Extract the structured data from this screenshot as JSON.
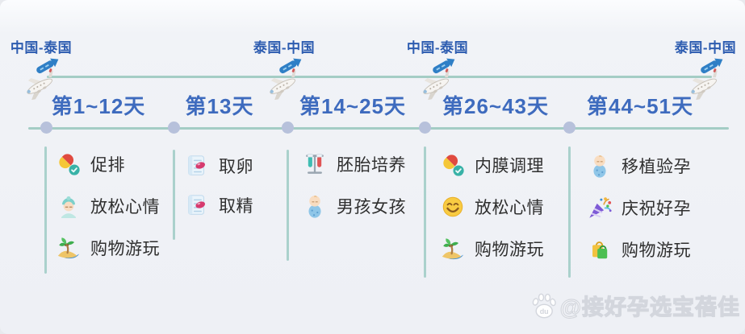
{
  "flights": [
    {
      "label": "中国-泰国",
      "icon": "airplane-icon"
    },
    {
      "label": "泰国-中国",
      "icon": "airplane-icon"
    },
    {
      "label": "中国-泰国",
      "icon": "airplane-icon"
    },
    {
      "label": "泰国-中国",
      "icon": "airplane-icon"
    }
  ],
  "stages": [
    {
      "label": "第1~12天",
      "items": [
        {
          "icon": "pills-icon",
          "label": "促排"
        },
        {
          "icon": "spa-person-icon",
          "label": "放松心情"
        },
        {
          "icon": "palm-island-icon",
          "label": "购物游玩"
        }
      ]
    },
    {
      "label": "第13天",
      "items": [
        {
          "icon": "medical-record-icon",
          "label": "取卵"
        },
        {
          "icon": "medical-record-icon",
          "label": "取精"
        }
      ]
    },
    {
      "label": "第14~25天",
      "items": [
        {
          "icon": "test-tubes-icon",
          "label": "胚胎培养"
        },
        {
          "icon": "baby-icon",
          "label": "男孩女孩"
        }
      ]
    },
    {
      "label": "第26~43天",
      "items": [
        {
          "icon": "pills-icon",
          "label": "内膜调理"
        },
        {
          "icon": "smiley-icon",
          "label": "放松心情"
        },
        {
          "icon": "palm-island-icon",
          "label": "购物游玩"
        }
      ]
    },
    {
      "label": "第44~51天",
      "items": [
        {
          "icon": "baby-icon",
          "label": "移植验孕"
        },
        {
          "icon": "party-popper-icon",
          "label": "庆祝好孕"
        },
        {
          "icon": "shopping-bags-icon",
          "label": "购物游玩"
        }
      ]
    }
  ],
  "watermark": {
    "text": "@接好孕选宝蓓佳",
    "icon": "baidu-paw-icon",
    "paw_text": "du"
  },
  "colors": {
    "stage_label": "#3e6bbe",
    "flight_label": "#2d5cb0",
    "timeline_line": "#a4cdc5",
    "timeline_dot": "#b7c1db",
    "divider": "#9ecbc4",
    "item_text": "#2f2f2f",
    "background": "#eef0f5"
  }
}
